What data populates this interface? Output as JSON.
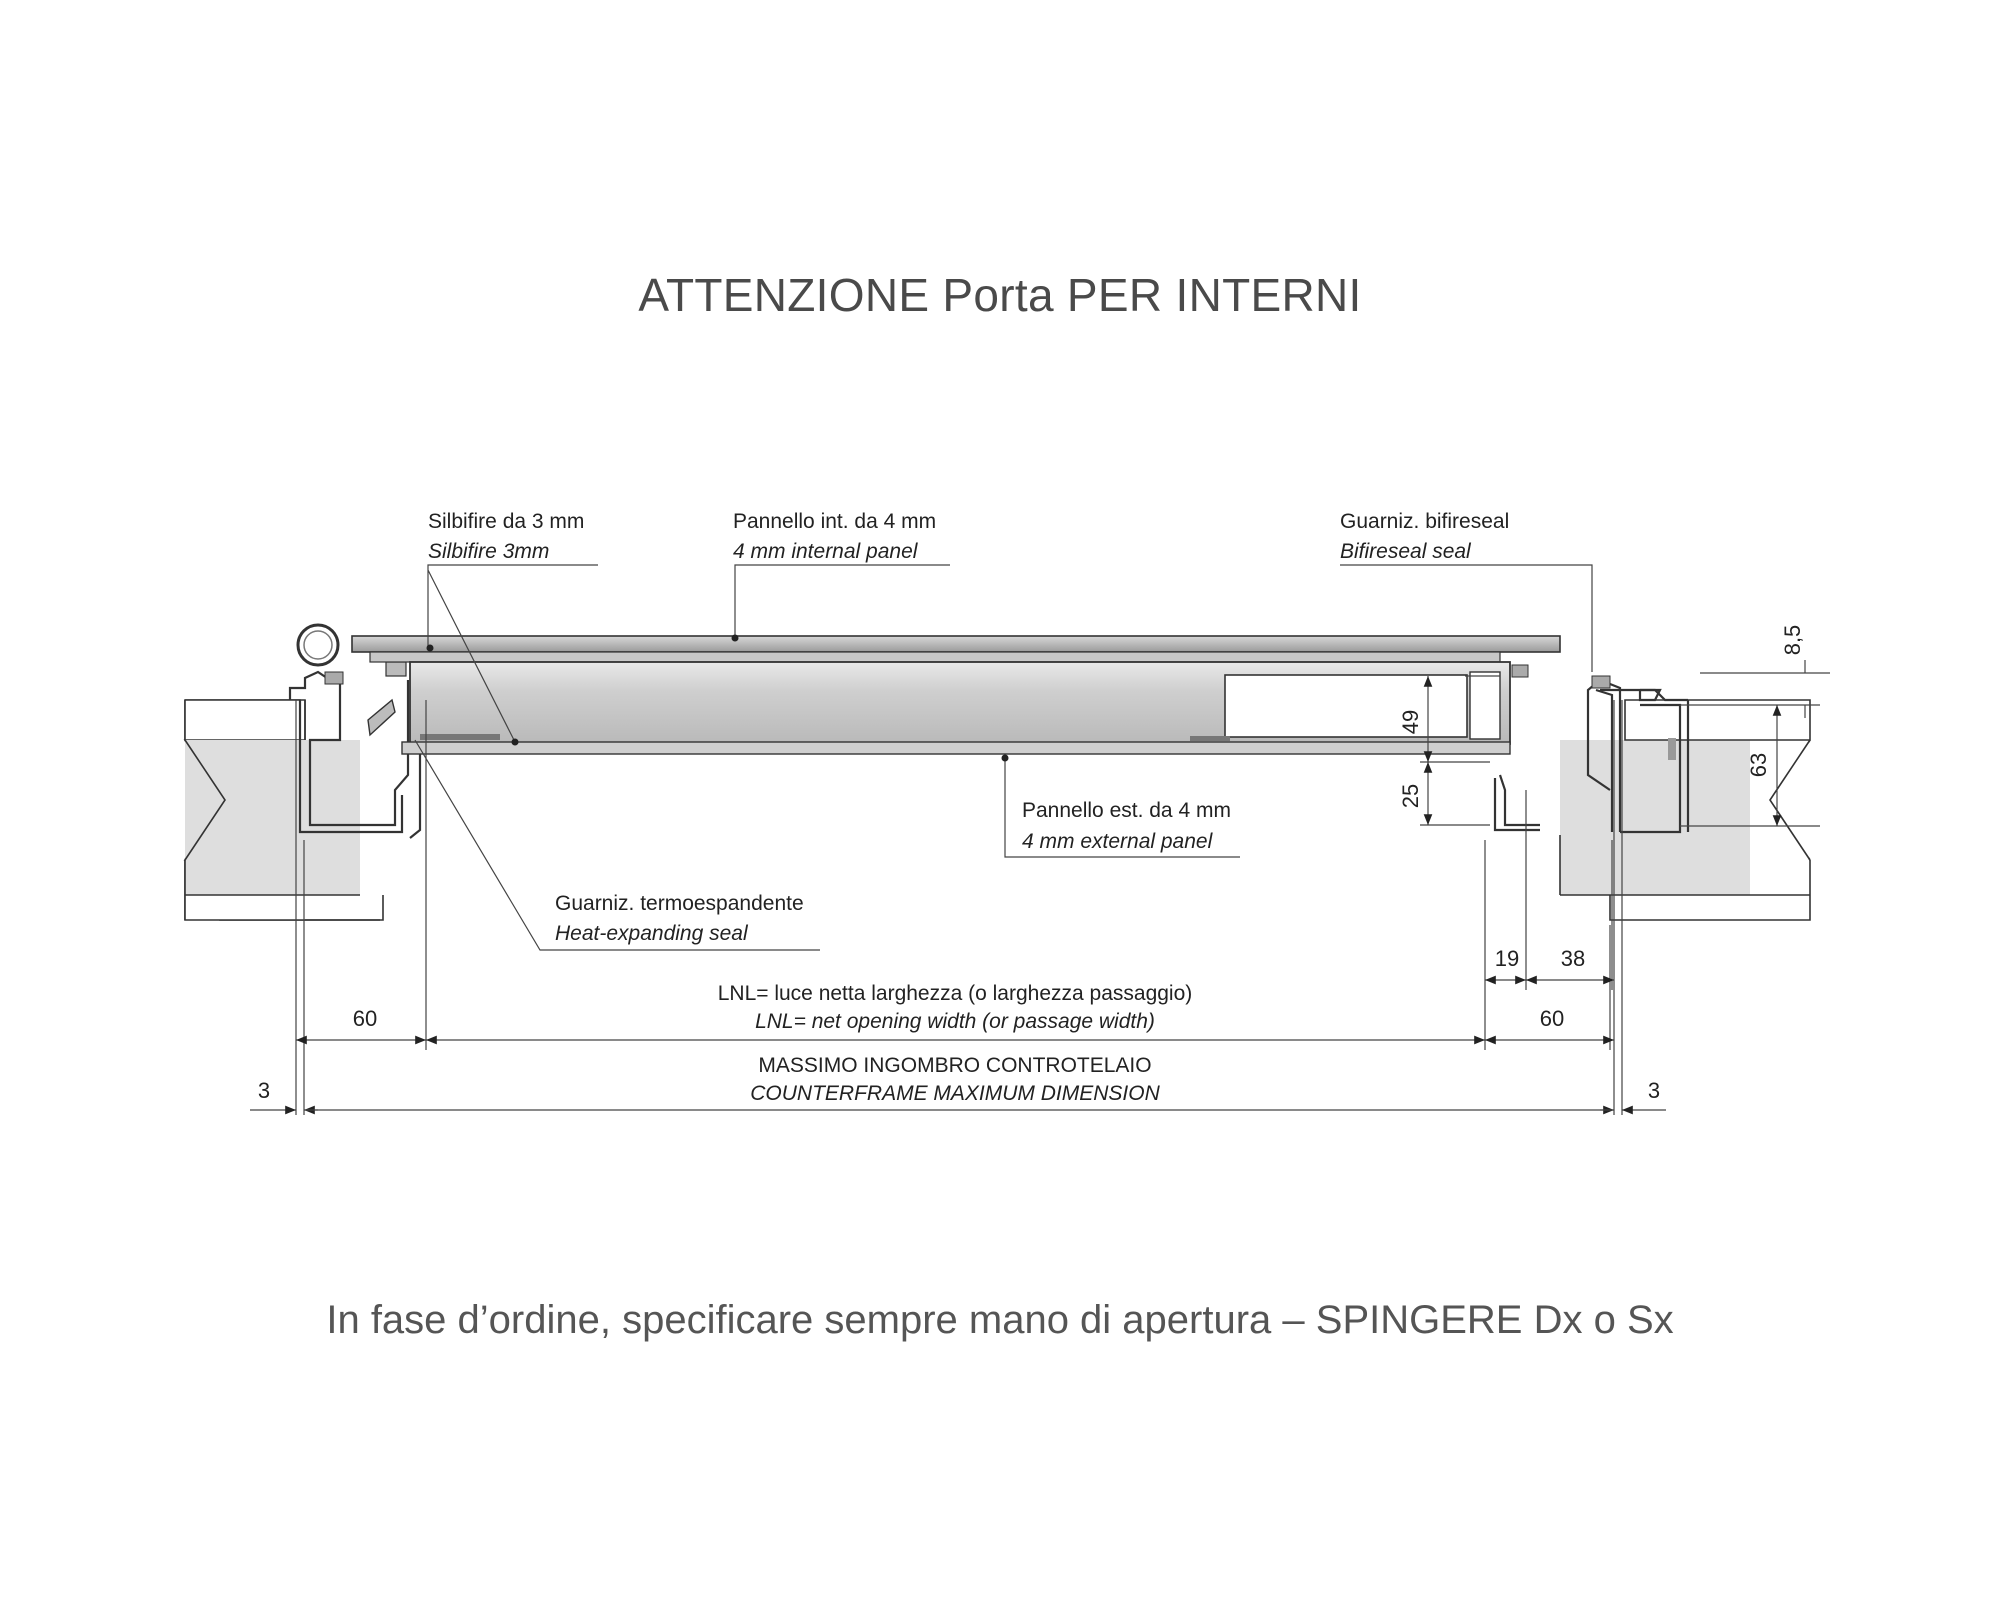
{
  "title": "ATTENZIONE Porta PER INTERNI",
  "footnote": "In fase d’ordine, specificare sempre mano di apertura – SPINGERE  Dx o Sx",
  "callouts": {
    "silbifire": {
      "it": "Silbifire da 3 mm",
      "en": "Silbifire 3mm"
    },
    "internal_panel": {
      "it": "Pannello int. da 4 mm",
      "en": "4 mm internal panel"
    },
    "bifireseal": {
      "it": "Guarniz. bifireseal",
      "en": "Bifireseal seal"
    },
    "external_panel": {
      "it": "Pannello est. da 4 mm",
      "en": "4 mm external panel"
    },
    "heat_seal": {
      "it": "Guarniz. termoespandente",
      "en": "Heat-expanding seal"
    }
  },
  "dimensions": {
    "lnl": {
      "it": "LNL= luce netta larghezza (o larghezza passaggio)",
      "en": "LNL= net opening width (or passage width)"
    },
    "max": {
      "it": "MASSIMO INGOMBRO CONTROTELAIO",
      "en": "COUNTERFRAME MAXIMUM DIMENSION"
    },
    "left_60": "60",
    "right_60": "60",
    "left_3": "3",
    "right_3": "3",
    "d19": "19",
    "d38": "38",
    "d49": "49",
    "d25": "25",
    "d63": "63",
    "d8_5": "8,5"
  }
}
